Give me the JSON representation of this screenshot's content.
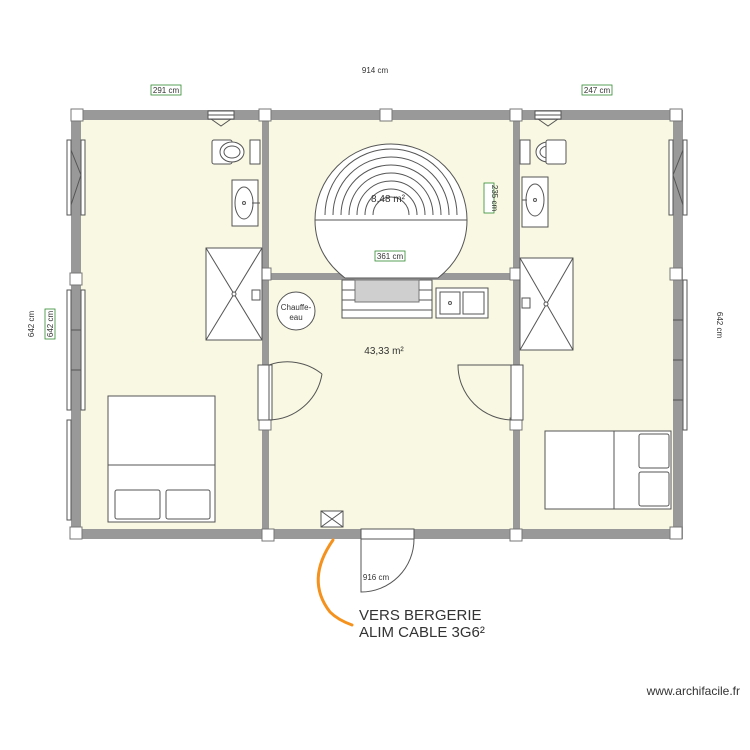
{
  "dimensions": {
    "top_total": "914 cm",
    "top_left": "291 cm",
    "top_right": "247 cm",
    "left_side": "642 cm",
    "left_inner": "642 cm",
    "right_side": "642 cm",
    "center_width": "361 cm",
    "center_height": "235 cm",
    "bottom": "916 cm"
  },
  "rooms": {
    "main_area": "43,33 m²",
    "stair_area": "8,48 m²"
  },
  "fixtures": {
    "water_heater": [
      "Chauffe-",
      "eau"
    ]
  },
  "annotation": {
    "line1": "VERS BERGERIE",
    "line2": "ALIM CABLE 3G6²",
    "color": "#f5921e"
  },
  "footer": {
    "watermark": "www.archifacile.fr"
  },
  "colors": {
    "floor": "#f9f8e3",
    "wall": "#999999",
    "dimension_border": "#2e8b2e"
  }
}
